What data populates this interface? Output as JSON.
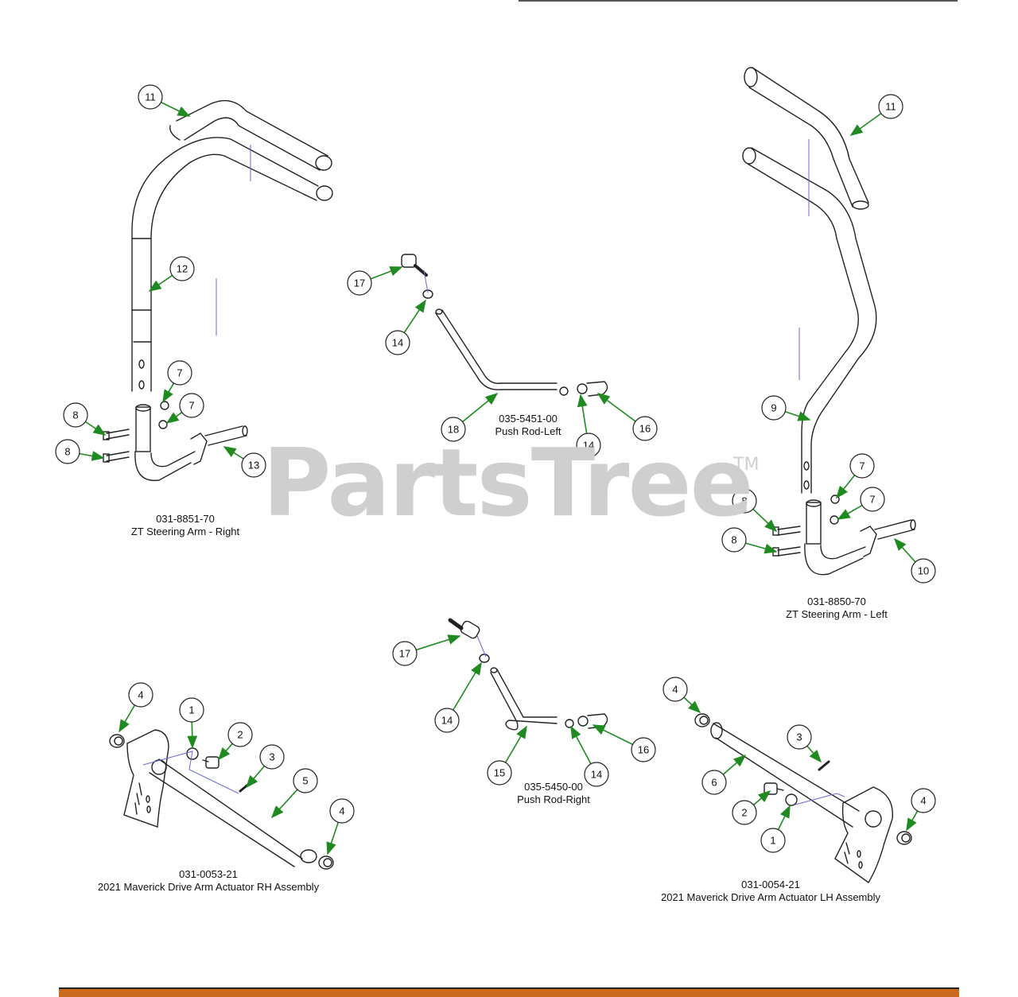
{
  "watermark": {
    "text": "PartsTree",
    "tm": "TM"
  },
  "accent_colors": {
    "arrow": "#1f8a1f",
    "footer": "#c96a1f",
    "centerline": "#6a6ad8"
  },
  "assemblies": [
    {
      "part_number": "031-8851-70",
      "name": "ZT Steering Arm - Right"
    },
    {
      "part_number": "035-5451-00",
      "name": "Push Rod-Left"
    },
    {
      "part_number": "031-8850-70",
      "name": "ZT Steering Arm - Left"
    },
    {
      "part_number": "035-5450-00",
      "name": "Push Rod-Right"
    },
    {
      "part_number": "031-0053-21",
      "name": "2021 Maverick Drive Arm Actuator RH Assembly"
    },
    {
      "part_number": "031-0054-21",
      "name": "2021 Maverick Drive Arm Actuator LH Assembly"
    }
  ],
  "callouts": [
    "11",
    "12",
    "7",
    "7",
    "8",
    "8",
    "13",
    "17",
    "14",
    "18",
    "14",
    "16",
    "11",
    "9",
    "7",
    "7",
    "8",
    "8",
    "10",
    "17",
    "14",
    "15",
    "14",
    "16",
    "4",
    "1",
    "2",
    "3",
    "5",
    "4",
    "4",
    "3",
    "6",
    "2",
    "1",
    "4"
  ]
}
